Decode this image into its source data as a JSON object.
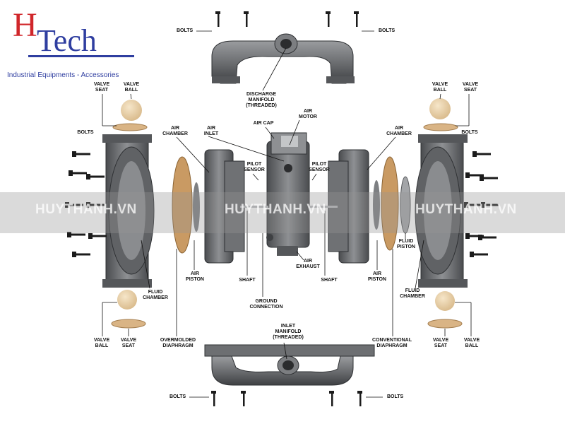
{
  "logo": {
    "letter_h": "H",
    "letters_tech": "Tech",
    "tagline": "Industrial Equipments - Accessories"
  },
  "watermark": {
    "text": "HUYTHANH.VN"
  },
  "labels": {
    "bolts_top_left": "BOLTS",
    "bolts_top_right": "BOLTS",
    "discharge_manifold": "DISCHARGE\nMANIFOLD\n(Threaded)",
    "valve_seat_ul": "VALVE\nSEAT",
    "valve_ball_ul": "VALVE\nBALL",
    "valve_ball_ur": "VALVE\nBALL",
    "valve_seat_ur": "VALVE\nSEAT",
    "air_cap": "AIR CAP",
    "air_motor": "AIR\nMOTOR",
    "air_chamber_left": "AIR\nCHAMBER",
    "air_inlet": "AIR\nINLET",
    "air_chamber_right": "AIR\nCHAMBER",
    "bolts_left": "BOLTS",
    "bolts_right": "BOLTS",
    "pilot_sensor_left": "PILOT\nSENSOR",
    "pilot_sensor_right": "PILOT\nSENSOR",
    "fluid_piston": "FLUID\nPISTON",
    "air_exhaust": "AIR\nEXHAUST",
    "air_piston_left": "AIR\nPISTON",
    "shaft_left": "SHAFT",
    "shaft_right": "SHAFT",
    "air_piston_right": "AIR\nPISTON",
    "fluid_chamber_left": "FLUID\nCHAMBER",
    "fluid_chamber_right": "FLUID\nCHAMBER",
    "ground_connection": "GROUND\nCONNECTION",
    "valve_ball_ll": "VALVE\nBALL",
    "valve_seat_ll": "VALVE\nSEAT",
    "overmolded_diaphragm": "OVERMOLDED\nDIAPHRAGM",
    "inlet_manifold": "INLET\nMANIFOLD\n(Threaded)",
    "conventional_diaphragm": "CONVENTIONAL\nDIAPHRAGM",
    "valve_seat_lr": "VALVE\nSEAT",
    "valve_ball_lr": "VALVE\nBALL",
    "bolts_bottom_left": "BOLTS",
    "bolts_bottom_right": "BOLTS"
  },
  "colors": {
    "metal": "#6d6f72",
    "metal_dark": "#3e4043",
    "metal_light": "#9a9c9f",
    "diaphragm": "#c99a63",
    "ball": "#ead2ae",
    "bolt": "#1b1b1b",
    "brand_red": "#d0262a",
    "brand_blue": "#2f3ea0"
  }
}
